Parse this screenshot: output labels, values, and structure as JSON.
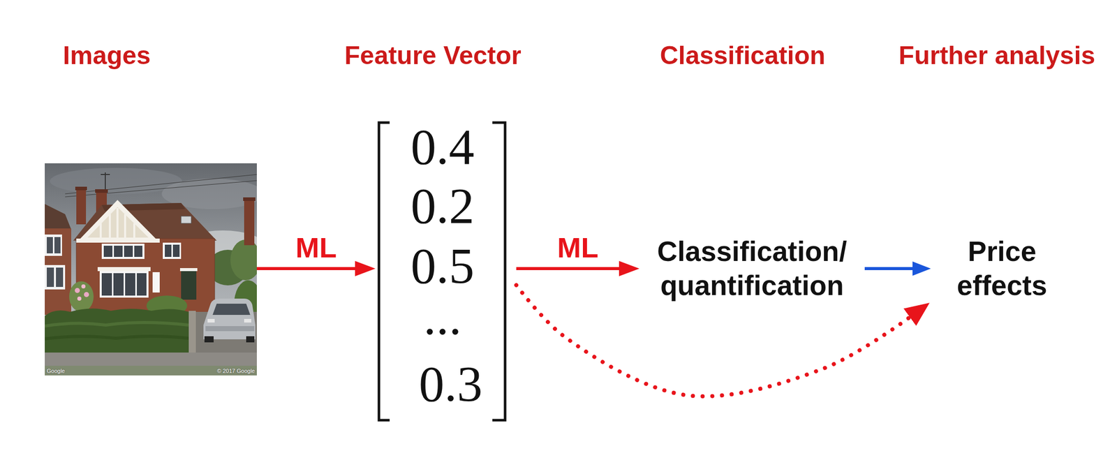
{
  "diagram": {
    "nodes": [
      {
        "text": [
          "Google",
          "© 2017 Google"
        ]
      },
      {
        "text": [
          "0.4",
          "0.2",
          "0.5",
          "...",
          "0.3"
        ]
      },
      {
        "text": [
          "Classification/ quantification"
        ]
      },
      {
        "text": [
          "Price effects"
        ]
      }
    ],
    "edges": [
      {
        "from": 0,
        "to": 1,
        "arrow": "to",
        "label": "ML"
      },
      {
        "from": 1,
        "to": 2,
        "arrow": "to",
        "label": "ML"
      },
      {
        "from": 2,
        "to": 3,
        "arrow": "to"
      },
      {
        "from": 1,
        "to": 3,
        "arrow": "to"
      }
    ],
    "labels": [
      "Images",
      "Feature Vector",
      "Classification",
      "Further analysis"
    ]
  }
}
